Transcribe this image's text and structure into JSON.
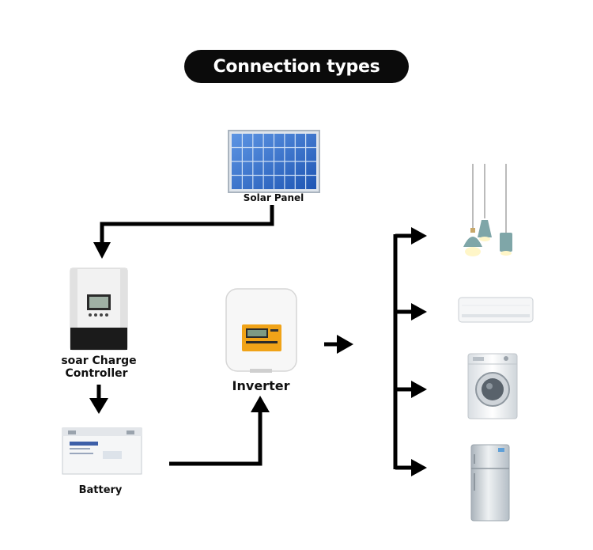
{
  "title": "Connection types",
  "components": {
    "solar_panel": "Solar Panel",
    "charge_controller": [
      "soar Charge",
      "Controller"
    ],
    "inverter": "Inverter",
    "battery": "Battery"
  },
  "colors": {
    "arrow": "#000000",
    "panel_cell": "#2f6fd1",
    "panel_frame": "#c9d3de",
    "device_white": "#f4f4f4",
    "controller_dark": "#1c1c1c",
    "inverter_accent": "#f0a318",
    "lamp_teal": "#7fa6a8"
  },
  "appliances": [
    "pendant-lamps-icon",
    "air-conditioner-icon",
    "washing-machine-icon",
    "refrigerator-icon"
  ]
}
